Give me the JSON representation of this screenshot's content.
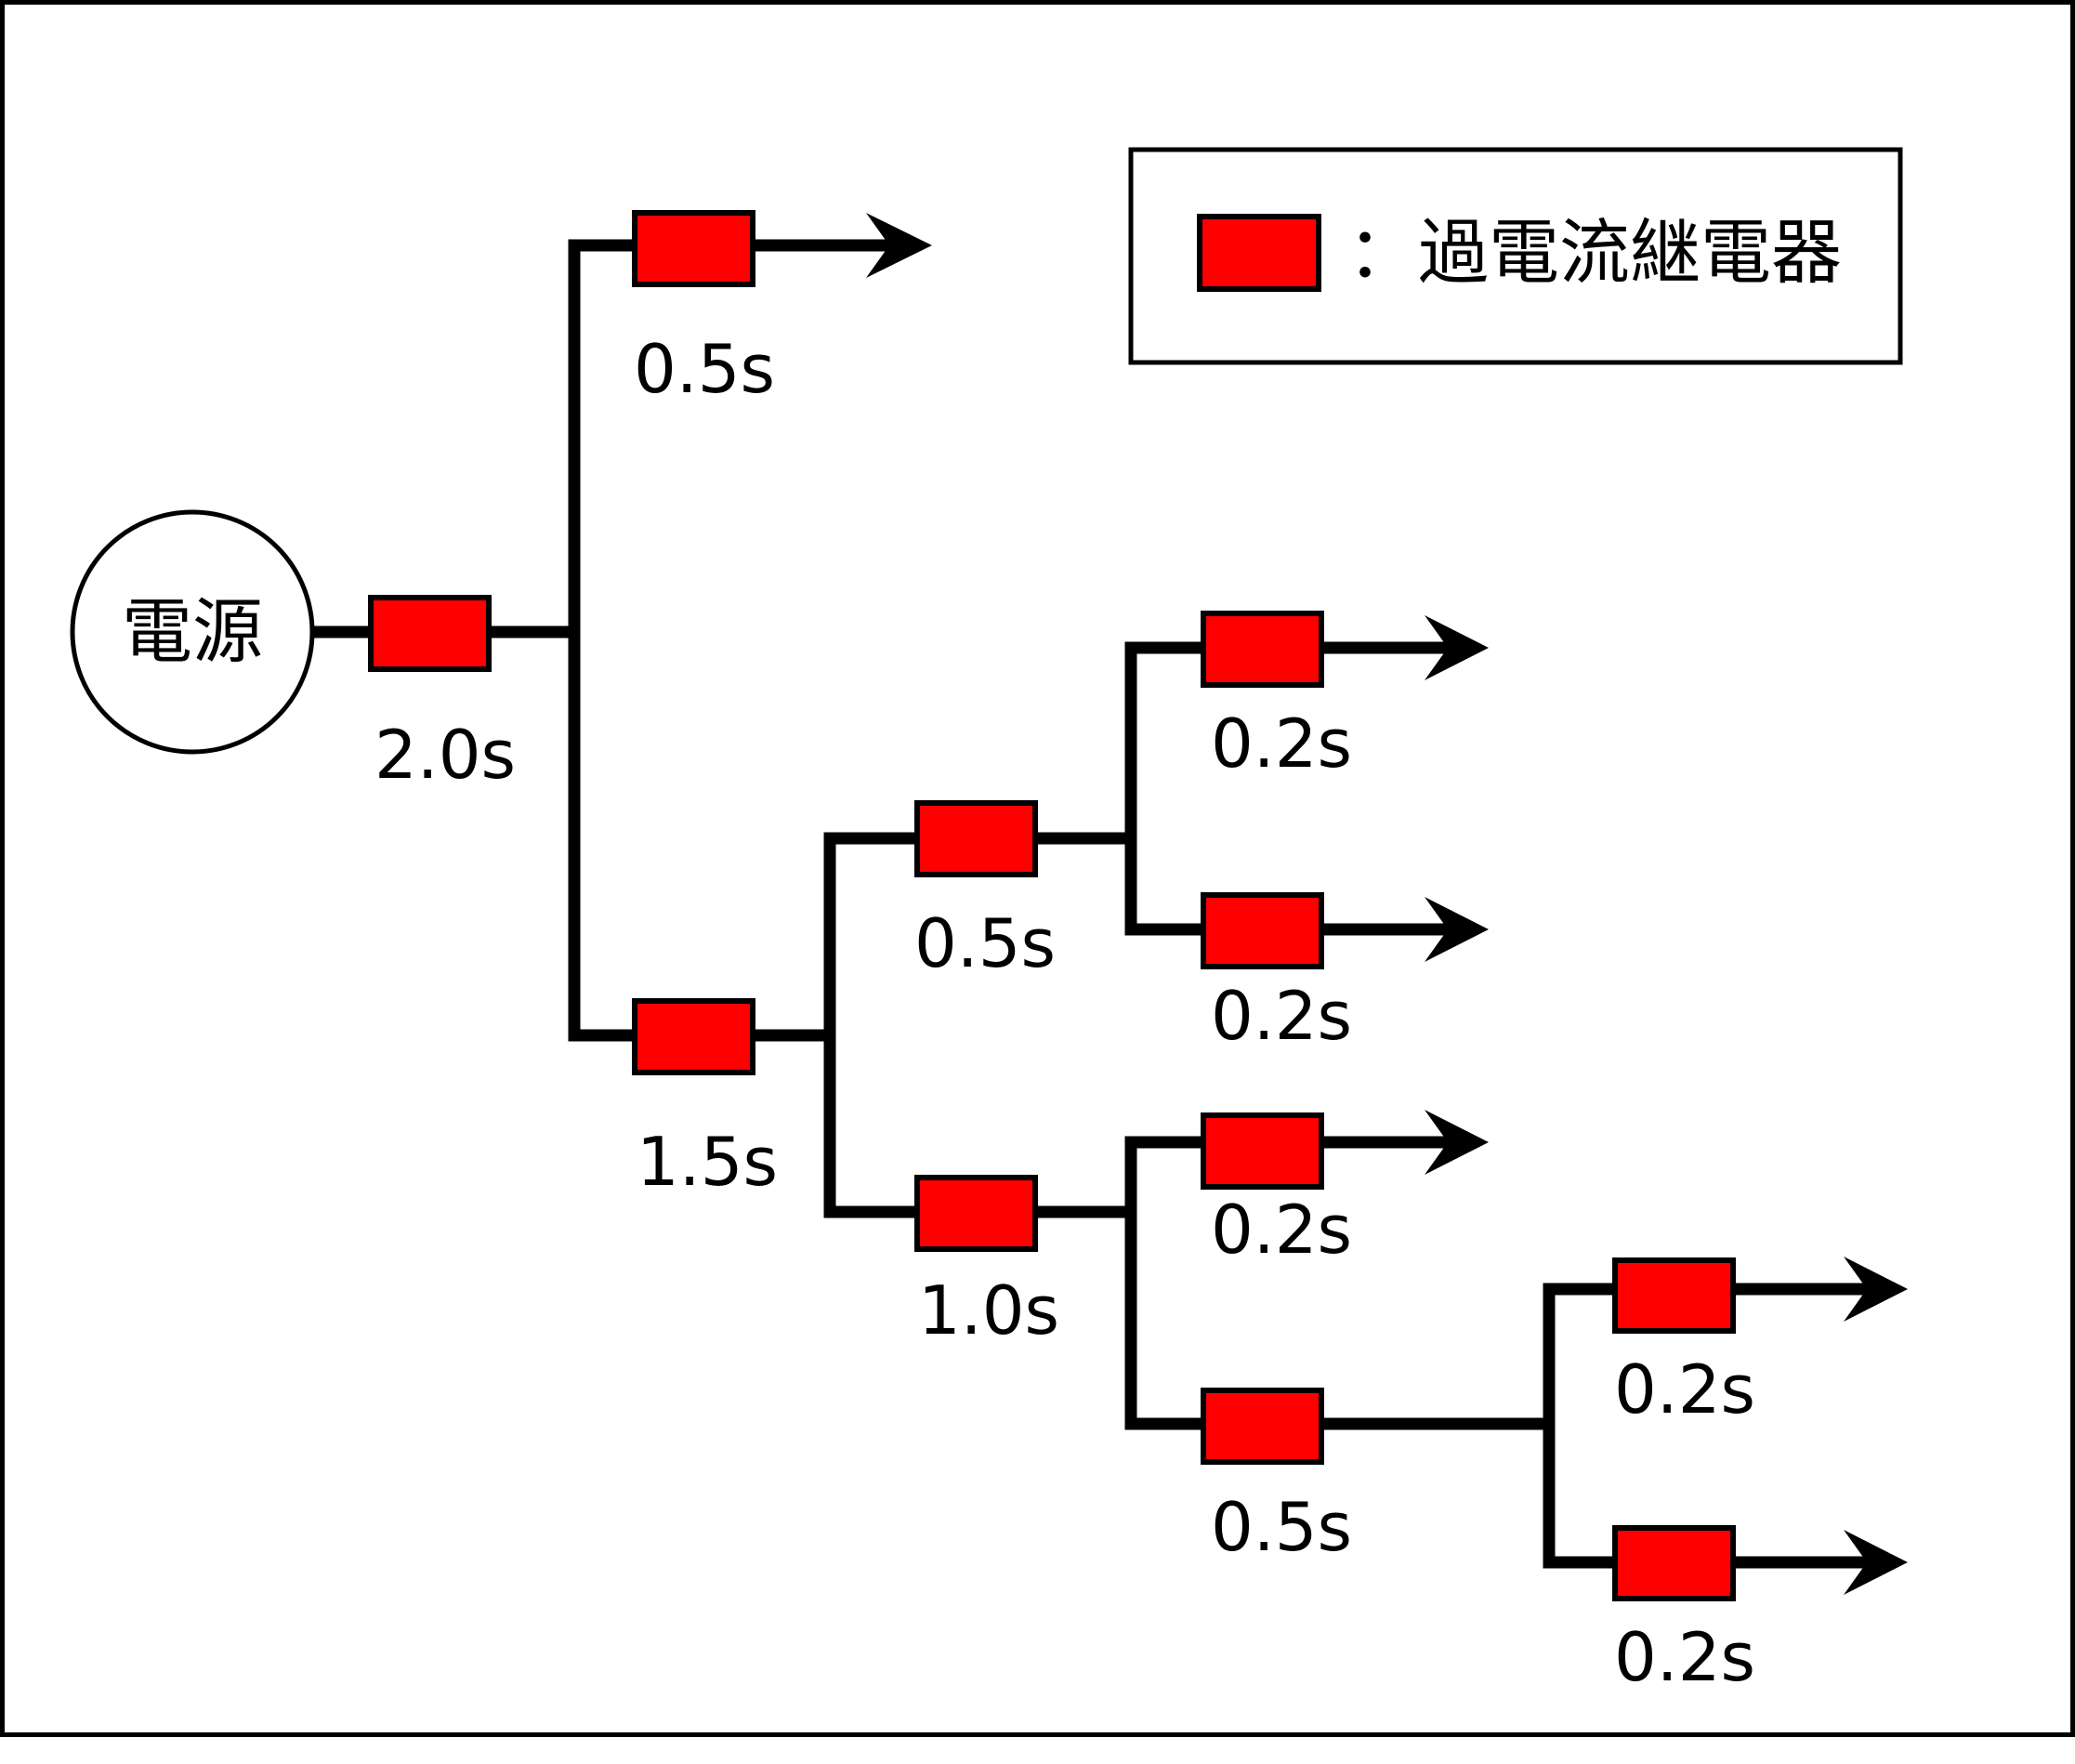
{
  "diagram": {
    "type": "protection-coordination-tree",
    "source": {
      "label": "電源"
    },
    "legend": {
      "swatch_meaning": "過電流継電器",
      "separator": "：",
      "text": "：過電流継電器"
    },
    "colors": {
      "relay_fill": "#ff0000",
      "line": "#000000",
      "background": "#ffffff"
    },
    "relays": [
      {
        "id": "r-main",
        "time": "2.0s",
        "parent": "source",
        "outgoing_arrow": false
      },
      {
        "id": "r-top",
        "time": "0.5s",
        "parent": "r-main",
        "outgoing_arrow": true
      },
      {
        "id": "r-mid",
        "time": "1.5s",
        "parent": "r-main",
        "outgoing_arrow": false
      },
      {
        "id": "r-mid-upper",
        "time": "0.5s",
        "parent": "r-mid",
        "outgoing_arrow": false
      },
      {
        "id": "r-mid-lower",
        "time": "1.0s",
        "parent": "r-mid",
        "outgoing_arrow": false
      },
      {
        "id": "r-feeder-a",
        "time": "0.2s",
        "parent": "r-mid-upper",
        "outgoing_arrow": true
      },
      {
        "id": "r-feeder-b",
        "time": "0.2s",
        "parent": "r-mid-upper",
        "outgoing_arrow": true
      },
      {
        "id": "r-feeder-c",
        "time": "0.2s",
        "parent": "r-mid-lower",
        "outgoing_arrow": true
      },
      {
        "id": "r-branch",
        "time": "0.5s",
        "parent": "r-mid-lower",
        "outgoing_arrow": false
      },
      {
        "id": "r-feeder-d",
        "time": "0.2s",
        "parent": "r-branch",
        "outgoing_arrow": true
      },
      {
        "id": "r-feeder-e",
        "time": "0.2s",
        "parent": "r-branch",
        "outgoing_arrow": true
      }
    ]
  }
}
